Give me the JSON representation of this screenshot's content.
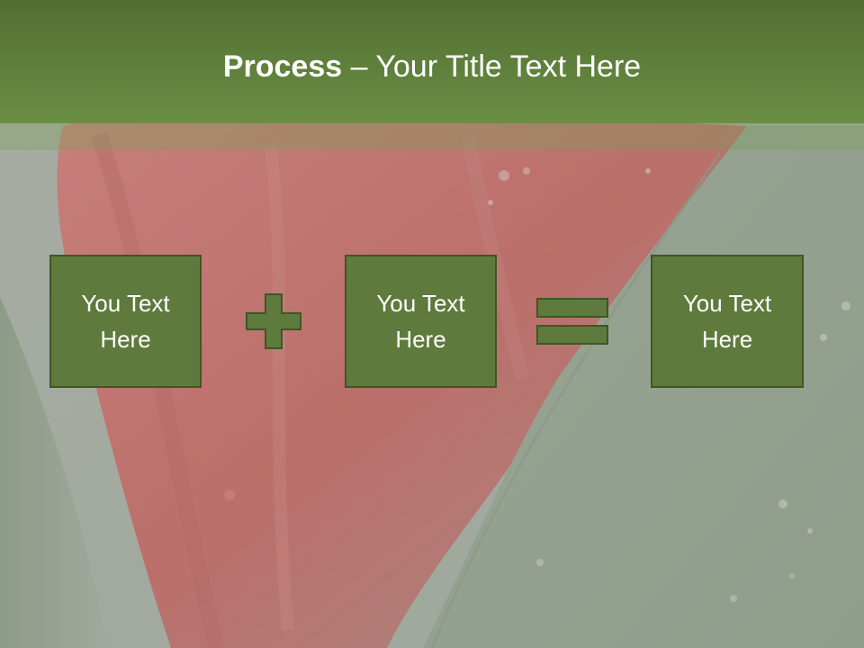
{
  "title": {
    "bold": "Process",
    "rest": " – Your Title Text Here"
  },
  "boxes": [
    {
      "text": "You Text Here"
    },
    {
      "text": "You Text Here"
    },
    {
      "text": "You Text Here"
    }
  ],
  "operators": {
    "first": "plus-icon",
    "second": "equals-icon"
  },
  "colors": {
    "title_bar": "#5f823b",
    "box_fill": "#5e7a3c",
    "box_border": "#3f5626",
    "operator_fill": "#5e7a3c",
    "title_text": "#ffffff"
  }
}
